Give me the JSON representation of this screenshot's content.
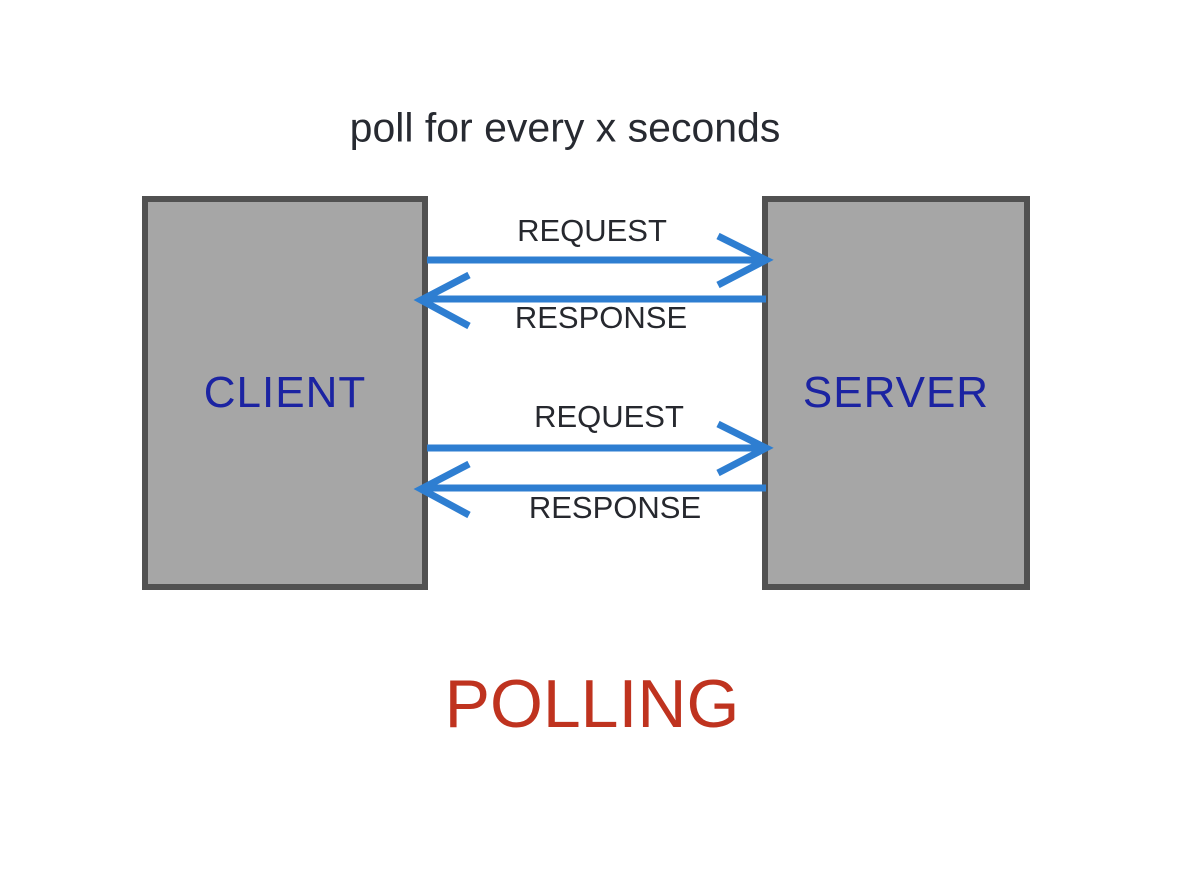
{
  "diagram": {
    "title": "poll for every x seconds",
    "caption": "POLLING",
    "nodes": {
      "client": {
        "label": "CLIENT"
      },
      "server": {
        "label": "SERVER"
      }
    },
    "messages": [
      {
        "label": "REQUEST",
        "direction": "client-to-server"
      },
      {
        "label": "RESPONSE",
        "direction": "server-to-client"
      },
      {
        "label": "REQUEST",
        "direction": "client-to-server"
      },
      {
        "label": "RESPONSE",
        "direction": "server-to-client"
      }
    ],
    "colors": {
      "arrow": "#2e7ed1",
      "box_fill": "#a6a6a6",
      "box_border": "#515151",
      "node_label": "#1b23a2",
      "caption": "#bf331f",
      "text": "#26282e",
      "background": "#ffffff"
    }
  }
}
